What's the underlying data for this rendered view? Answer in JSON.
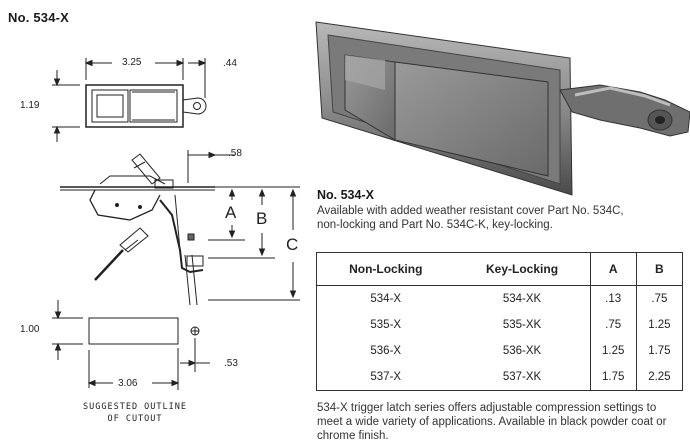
{
  "page": {
    "title": "No. 534-X",
    "subtitle": "No. 534-X",
    "description": "Available with added weather resistant cover Part No. 534C, non-locking and Part No. 534C-K, key-locking.",
    "footer": "534-X trigger latch series offers adjustable compression settings to meet a wide variety of applications. Available in black powder coat or chrome finish."
  },
  "drawing": {
    "dim_width": "3.25",
    "dim_offset": ".44",
    "dim_height": "1.19",
    "dim_side": ".58",
    "label_a": "A",
    "label_b": "B",
    "label_c": "C",
    "cutout_height": "1.00",
    "cutout_offset": ".53",
    "cutout_width": "3.06",
    "caption_line1": "SUGGESTED OUTLINE",
    "caption_line2": "OF CUTOUT"
  },
  "table": {
    "headers": [
      "Non-Locking",
      "Key-Locking",
      "A",
      "B"
    ],
    "rows": [
      [
        "534-X",
        "534-XK",
        ".13",
        ".75"
      ],
      [
        "535-X",
        "535-XK",
        ".75",
        "1.25"
      ],
      [
        "536-X",
        "536-XK",
        "1.25",
        "1.75"
      ],
      [
        "537-X",
        "537-XK",
        "1.75",
        "2.25"
      ]
    ]
  }
}
